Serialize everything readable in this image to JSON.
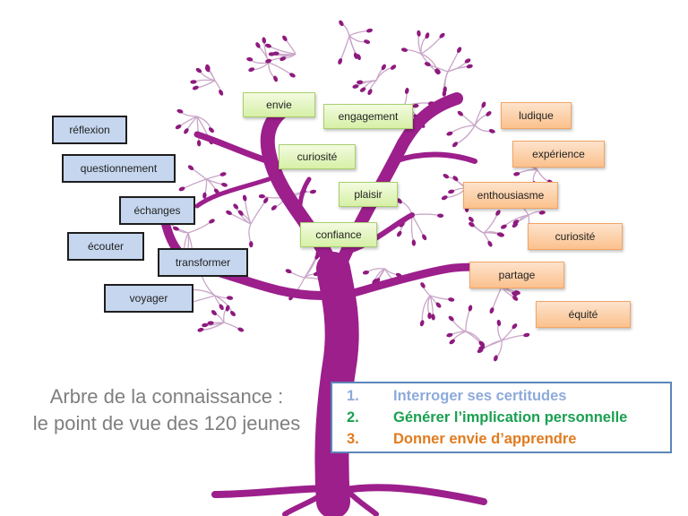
{
  "title": {
    "line1": "Arbre de la connaissance :",
    "line2": "le point de vue des 120 jeunes"
  },
  "colors": {
    "tree": "#9c1f8c",
    "blue_label": "#c5d6ee",
    "green_label": "#d6f0a6",
    "orange_label": "#fbc18d",
    "list_border": "#5b86b8",
    "item1": "#8eaadb",
    "item2": "#1aa050",
    "item3": "#e07b1f",
    "title_text": "#7f7f7f"
  },
  "blue_labels": [
    {
      "text": "réflexion"
    },
    {
      "text": "questionnement"
    },
    {
      "text": "échanges"
    },
    {
      "text": "écouter"
    },
    {
      "text": "transformer"
    },
    {
      "text": "voyager"
    }
  ],
  "green_labels": [
    {
      "text": "envie"
    },
    {
      "text": "engagement"
    },
    {
      "text": "curiosité"
    },
    {
      "text": "plaisir"
    },
    {
      "text": "confiance"
    }
  ],
  "orange_labels": [
    {
      "text": "ludique"
    },
    {
      "text": "expérience"
    },
    {
      "text": "enthousiasme"
    },
    {
      "text": "curiosité"
    },
    {
      "text": "partage"
    },
    {
      "text": "équité"
    }
  ],
  "list": [
    {
      "num": "1.",
      "text": "Interroger ses certitudes"
    },
    {
      "num": "2.",
      "text": "Générer l’implication personnelle"
    },
    {
      "num": "3.",
      "text": "Donner envie d’apprendre"
    }
  ]
}
